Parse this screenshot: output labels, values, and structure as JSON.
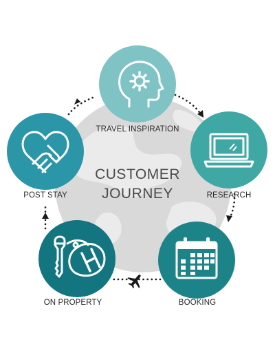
{
  "title": {
    "line1": "CUSTOMER",
    "line2": "JOURNEY"
  },
  "stages": [
    {
      "id": "travel-inspiration",
      "label": "TRAVEL INSPIRATION",
      "icon": "head-gear-icon",
      "color": "#7fc3c4"
    },
    {
      "id": "research",
      "label": "RESEARCH",
      "icon": "laptop-icon",
      "color": "#3fa7a4"
    },
    {
      "id": "booking",
      "label": "BOOKING",
      "icon": "calendar-icon",
      "color": "#1c8488"
    },
    {
      "id": "on-property",
      "label": "ON PROPERTY",
      "icon": "hotel-key-icon",
      "color": "#12757f"
    },
    {
      "id": "post-stay",
      "label": "POST STAY",
      "icon": "heart-handshake-icon",
      "color": "#2a96a7"
    }
  ],
  "colors": {
    "globe": "#d9d9da",
    "globe_land": "#ececec",
    "connector": "#1a1a1a",
    "text": "#2a2a2a"
  },
  "connector_icon": "airplane-icon"
}
